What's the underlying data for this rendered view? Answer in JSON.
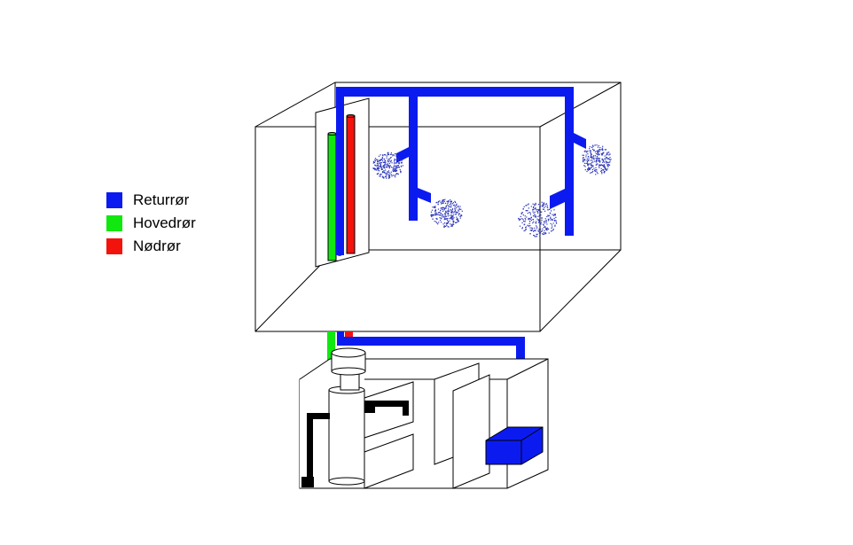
{
  "legend": {
    "items": [
      {
        "label": "Returrør",
        "color": "#0b1bf0"
      },
      {
        "label": "Hovedrør",
        "color": "#11e80f"
      },
      {
        "label": "Nødrør",
        "color": "#f3130d"
      }
    ]
  },
  "colors": {
    "outline": "#000000",
    "black_pipe": "#000000",
    "spray": "#2a34b8"
  }
}
